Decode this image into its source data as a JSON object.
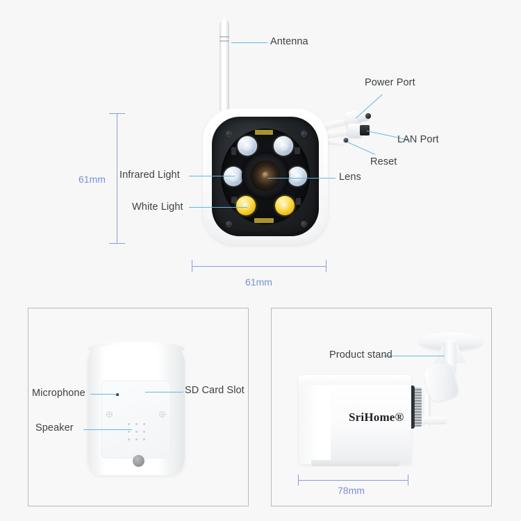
{
  "figure": {
    "top_view": {
      "labels": [
        {
          "name": "antenna",
          "text": "Antenna"
        },
        {
          "name": "power-port",
          "text": "Power Port"
        },
        {
          "name": "lan-port",
          "text": "LAN Port"
        },
        {
          "name": "reset",
          "text": "Reset"
        },
        {
          "name": "lens",
          "text": "Lens"
        },
        {
          "name": "infrared-light",
          "text": "Infrared Light"
        },
        {
          "name": "white-light",
          "text": "White Light"
        }
      ],
      "dimensions": {
        "height": "61mm",
        "width": "61mm"
      }
    },
    "bottom_left_panel": {
      "labels": [
        {
          "name": "microphone",
          "text": "Microphone"
        },
        {
          "name": "speaker",
          "text": "Speaker"
        },
        {
          "name": "sd-card-slot",
          "text": "SD Card Slot"
        }
      ]
    },
    "bottom_right_panel": {
      "labels": [
        {
          "name": "product-stand",
          "text": "Product stand"
        }
      ],
      "brand": "SriHome®",
      "dimensions": {
        "width": "78mm"
      }
    }
  },
  "colors": {
    "background": "#f7f7f7",
    "leader_line": "#63b6e3",
    "dimension": "#8a9cdd",
    "dimension_text": "#7b8ed6",
    "label_text": "#3c4043",
    "panel_border": "#b9b9b9"
  }
}
